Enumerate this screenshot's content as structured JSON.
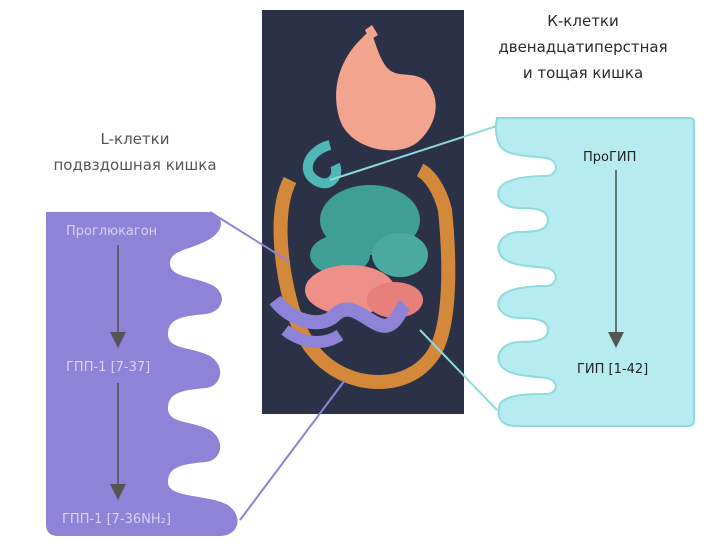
{
  "k_cells": {
    "title_lines": [
      "К-клетки",
      "двенадцатиперстная",
      "и тощая кишка"
    ],
    "precursor": "ПроГИП",
    "product": "ГИП [1-42]",
    "color": "#b6ecef"
  },
  "l_cells": {
    "title_lines": [
      "L-клетки",
      "подвздошная кишка"
    ],
    "precursor": "Проглюкагон",
    "intermediate": "ГПП-1 [7-37]",
    "product": "ГПП-1 [7-36NH₂]",
    "color": "#8e83d6"
  },
  "center_image": {
    "description_icon": "digestive-system-illustration",
    "background": "#2b3248"
  }
}
